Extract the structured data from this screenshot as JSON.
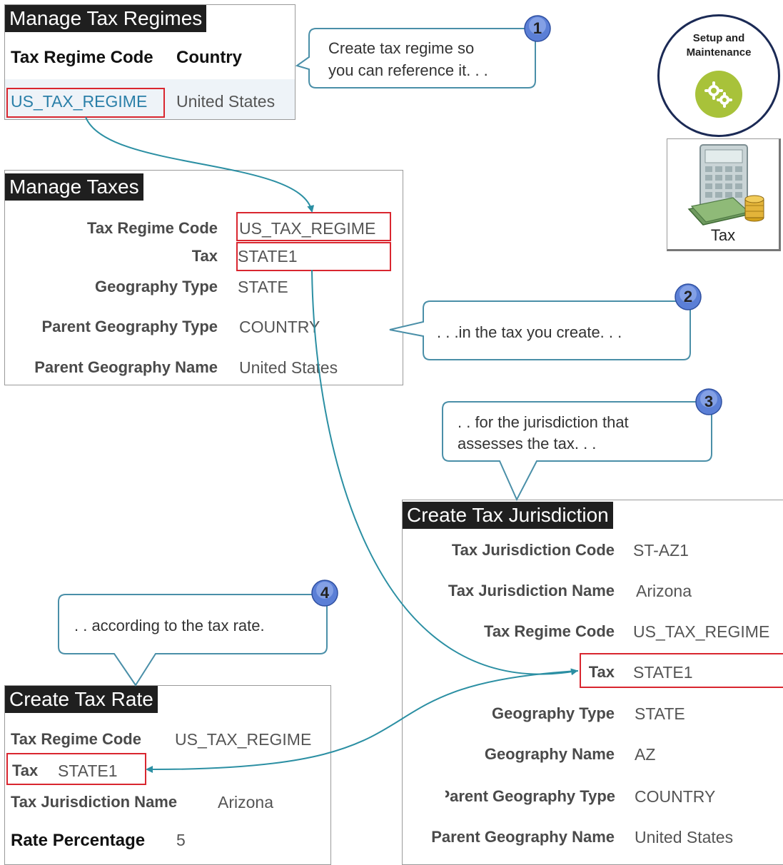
{
  "regimes": {
    "title": "Manage Tax Regimes",
    "col_code": "Tax Regime Code",
    "col_country": "Country",
    "row_code": "US_TAX_REGIME",
    "row_country": "United States"
  },
  "taxes": {
    "title": "Manage Taxes",
    "fields": [
      {
        "label": "Tax Regime Code",
        "value": "US_TAX_REGIME"
      },
      {
        "label": "Tax",
        "value": "STATE1"
      },
      {
        "label": "Geography Type",
        "value": "STATE"
      },
      {
        "label": "Parent Geography Type",
        "value": "COUNTRY"
      },
      {
        "label": "Parent Geography Name",
        "value": "United States"
      }
    ]
  },
  "jurisdiction": {
    "title": "Create Tax Jurisdiction",
    "fields": [
      {
        "label": "Tax Jurisdiction Code",
        "value": "ST-AZ1"
      },
      {
        "label": "Tax Jurisdiction Name",
        "value": "Arizona"
      },
      {
        "label": "Tax Regime Code",
        "value": "US_TAX_REGIME"
      },
      {
        "label": "Tax",
        "value": "STATE1"
      },
      {
        "label": "Geography Type",
        "value": "STATE"
      },
      {
        "label": "Geography Name",
        "value": "AZ"
      },
      {
        "label": "Parent Geography Type",
        "value": "COUNTRY"
      },
      {
        "label": "Parent Geography Name",
        "value": "United States"
      }
    ]
  },
  "rate": {
    "title": "Create Tax Rate",
    "fields": [
      {
        "label": "Tax Regime Code",
        "value": "US_TAX_REGIME"
      },
      {
        "label": "Tax",
        "value": "STATE1"
      },
      {
        "label": "Tax Jurisdiction Name",
        "value": "Arizona"
      },
      {
        "label": "Rate Percentage",
        "value": "5"
      }
    ]
  },
  "callouts": [
    {
      "number": "1",
      "line1": "Create tax regime so",
      "line2": "you can reference  it. . ."
    },
    {
      "number": "2",
      "line1": ". . .in the tax you create. . .",
      "line2": ""
    },
    {
      "number": "3",
      "line1": ". .  for the jurisdiction that",
      "line2": "assesses the tax. . ."
    },
    {
      "number": "4",
      "line1": ". .  according to the tax rate.",
      "line2": ""
    }
  ],
  "setup_icon": {
    "line1": "Setup and",
    "line2": "Maintenance",
    "icon": "gears-icon"
  },
  "tax_icon": {
    "label": "Tax",
    "icon": "calculator-money-icon"
  },
  "colors": {
    "title_bar": "#1f1f1f",
    "highlight": "#d9262f",
    "connector": "#2b8fa3",
    "link": "#2a7fa8",
    "badge": "#5b7fd6",
    "gear": "#a8c23a"
  }
}
